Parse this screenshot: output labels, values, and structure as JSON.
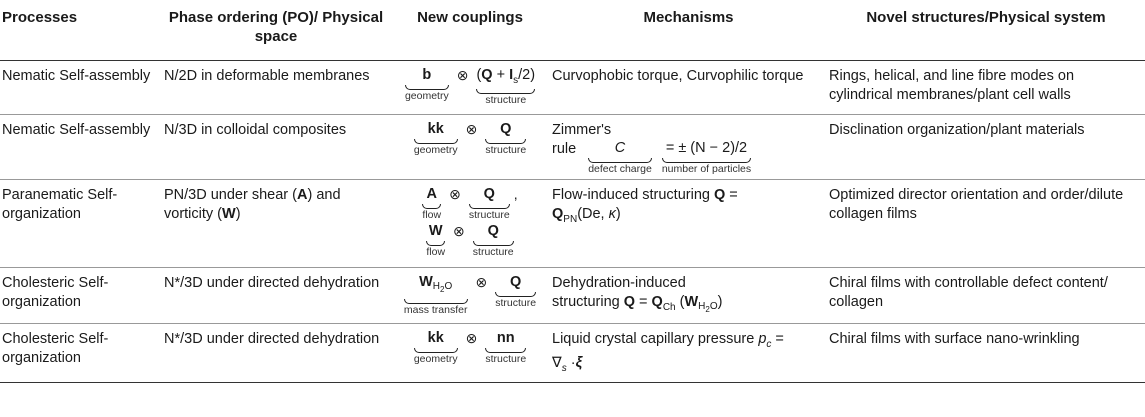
{
  "headers": {
    "processes": "Processes",
    "phase": "Phase ordering (PO)/ Physical space",
    "couplings": "New couplings",
    "mechanisms": "Mechanisms",
    "novel": "Novel structures/Physical system"
  },
  "rows": [
    {
      "process": "Nematic Self-assembly",
      "phase": "N/2D in deformable membranes",
      "coupling": {
        "a": "b",
        "a_label": "geometry",
        "b": "(Q + Is/2)",
        "b_label": "structure"
      },
      "mechanism": "Curvophobic torque, Curvophilic torque",
      "novel": "Rings, helical, and line fibre modes on cylindrical membranes/plant cell walls"
    },
    {
      "process": "Nematic Self-assembly",
      "phase": "N/3D in colloidal composites",
      "coupling": {
        "a": "kk",
        "a_label": "geometry",
        "b": "Q",
        "b_label": "structure"
      },
      "mechanism": {
        "title": "Zimmer's",
        "rule": "rule",
        "c": "C",
        "c_label": "defect charge",
        "eq": "= ± (N − 2)/2",
        "eq_label": "number of particles"
      },
      "novel": "Disclination organization/plant materials"
    },
    {
      "process": "Paranematic Self-organization",
      "phase": "PN/3D under shear (A) and vorticity (W)",
      "coupling": {
        "a": "A",
        "a_label": "flow",
        "b": "Q",
        "b_label": "structure",
        "c": "W",
        "c_label": "flow",
        "d": "Q",
        "d_label": "structure"
      },
      "mechanism": "Flow-induced structuring Q = QPN(De, κ)",
      "novel": "Optimized director orientation and order/dilute collagen films"
    },
    {
      "process": "Cholesteric Self-organization",
      "phase": "N*/3D under directed dehydration",
      "coupling": {
        "a": "WH2O",
        "a_label": "mass transfer",
        "b": "Q",
        "b_label": "structure"
      },
      "mechanism": "Dehydration-induced structuring Q = QCh (WH2O)",
      "novel": "Chiral films with controllable defect content/ collagen"
    },
    {
      "process": "Cholesteric Self-organization",
      "phase": "N*/3D under directed dehydration",
      "coupling": {
        "a": "kk",
        "a_label": "geometry",
        "b": "nn",
        "b_label": "structure"
      },
      "mechanism": "Liquid crystal capillary pressure pc = ∇s ·ξ",
      "novel": "Chiral films with surface nano-wrinkling"
    }
  ]
}
